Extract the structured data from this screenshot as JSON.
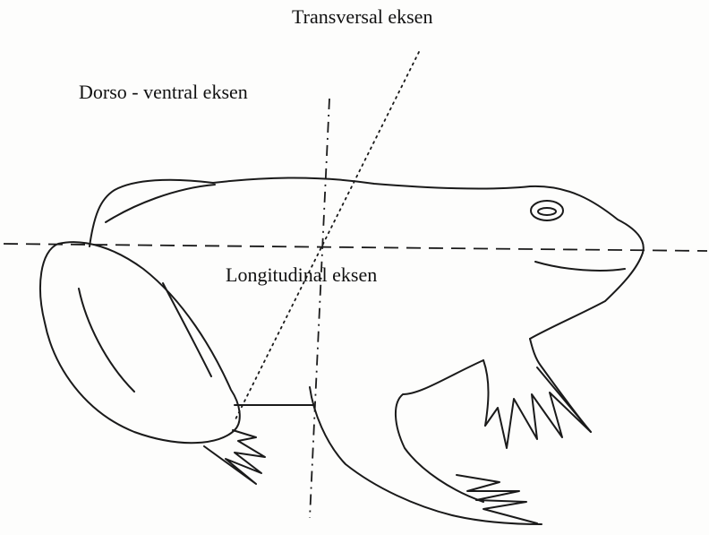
{
  "labels": {
    "transversal_axis": "Transversal eksen",
    "dorsoventral_axis": "Dorso - ventral eksen",
    "longitudinal_axis": "Longitudinal eksen"
  },
  "colors": {
    "ink": "#1a1a1a",
    "paper": "#fdfdfc"
  }
}
